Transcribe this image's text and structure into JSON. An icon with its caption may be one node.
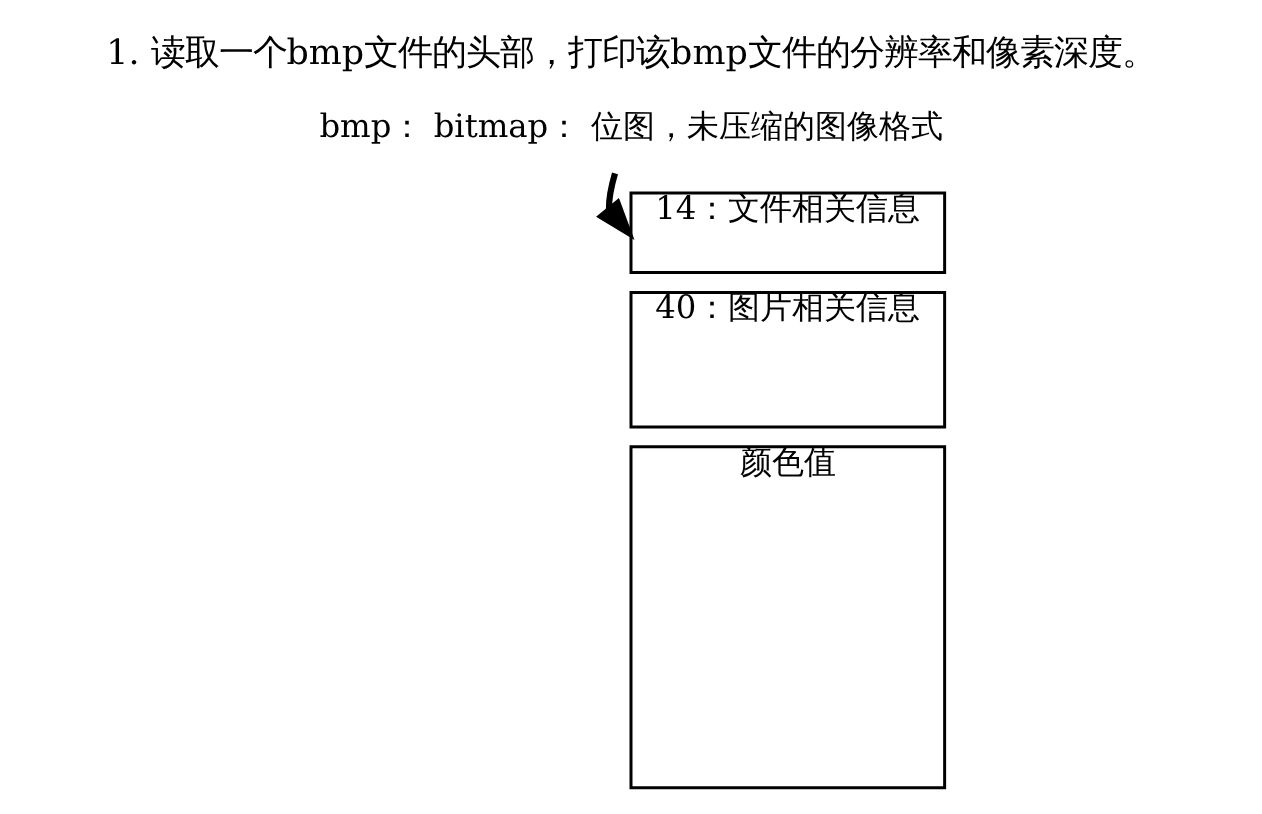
{
  "diagram": {
    "title": "1. 读取一个bmp文件的头部，打印该bmp文件的分辨率和像素深度。",
    "nodes": [
      {
        "text": [
          "bmp： bitmap： 位图，未压缩的图像格式"
        ]
      },
      {
        "text": [
          "14：文件相关信息"
        ]
      },
      {
        "text": [
          "40：图片相关信息"
        ]
      },
      {
        "text": [
          "颜色值"
        ]
      }
    ],
    "edges": [
      {
        "from": 0,
        "to": 1,
        "arrow": "to"
      }
    ]
  }
}
